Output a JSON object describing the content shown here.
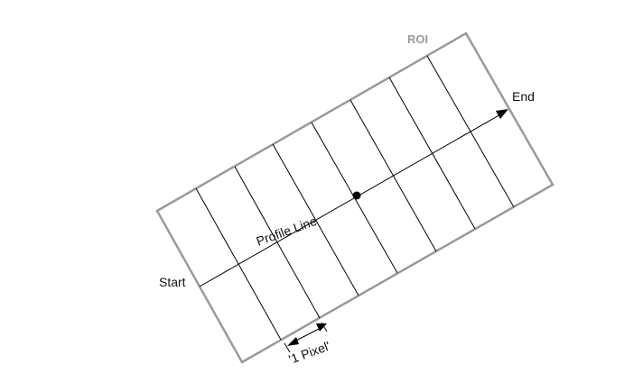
{
  "labels": {
    "roi": "ROI",
    "end": "End",
    "start": "Start",
    "profile_line": "Profile Line",
    "pixel": "'1 Pixel'"
  },
  "colors": {
    "roi_border": "#9a9a9a",
    "roi_label": "#9a9a9a",
    "lines": "#000000"
  }
}
